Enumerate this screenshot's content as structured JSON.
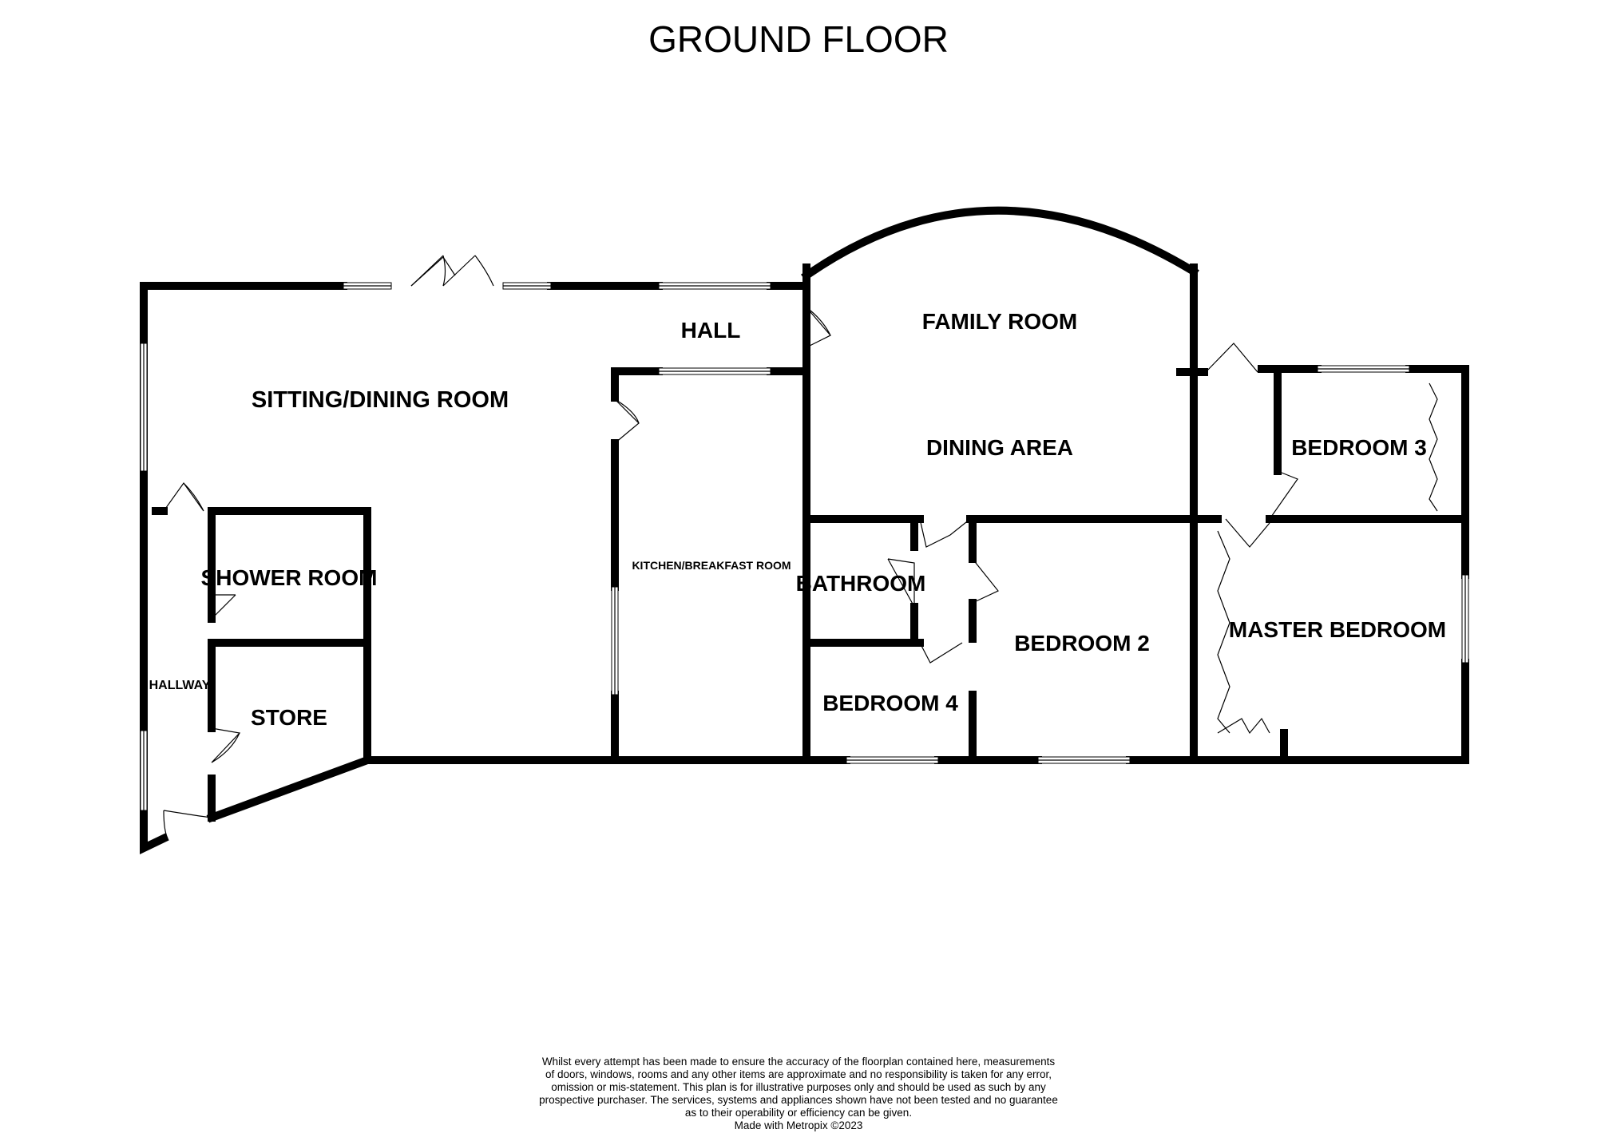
{
  "title": "GROUND FLOOR",
  "rooms": {
    "sitting_dining": "SITTING/DINING ROOM",
    "hall": "HALL",
    "family_room": "FAMILY ROOM",
    "dining_area": "DINING AREA",
    "bedroom3": "BEDROOM 3",
    "shower_room": "SHOWER ROOM",
    "kitchen": "KITCHEN/BREAKFAST ROOM",
    "bathroom": "BATHROOM",
    "master_bedroom": "MASTER BEDROOM",
    "bedroom2": "BEDROOM 2",
    "hallway": "HALLWAY",
    "store": "STORE",
    "bedroom4": "BEDROOM 4"
  },
  "disclaimer": {
    "text": "Whilst every attempt has been made to ensure the accuracy of the floorplan contained here, measurements\nof doors, windows, rooms and any other items are approximate and no responsibility is taken for any error,\nomission or mis-statement. This plan is for illustrative purposes only and should be used as such by any\nprospective purchaser. The services, systems and appliances shown have not been tested and no guarantee\nas to their operability or efficiency can be given.",
    "made_with": "Made with Metropix ©2023"
  }
}
